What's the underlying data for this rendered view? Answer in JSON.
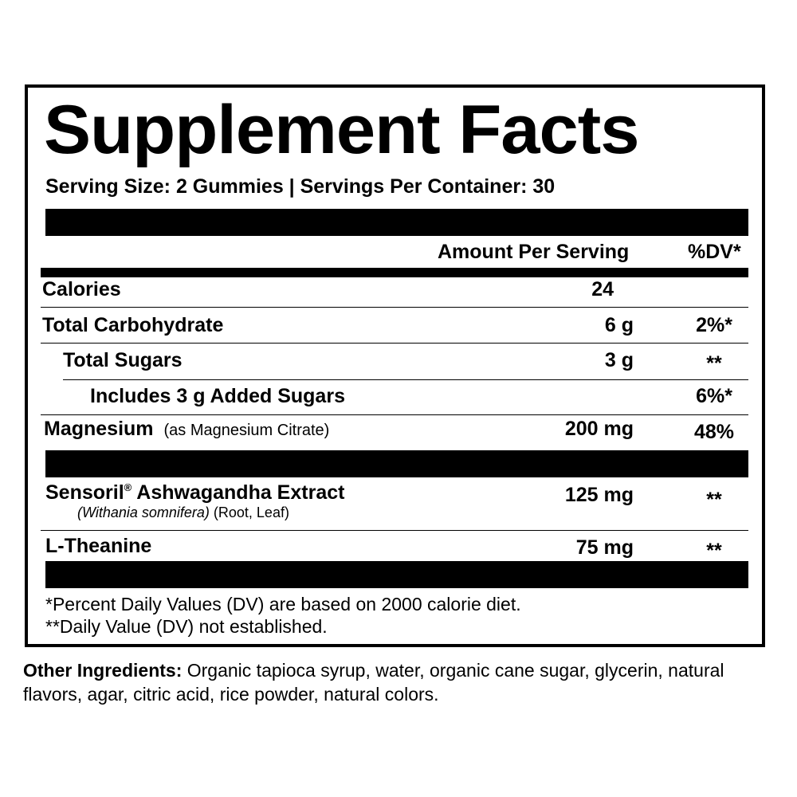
{
  "label": {
    "title": "Supplement Facts",
    "serving_line": "Serving Size: 2 Gummies | Servings Per Container: 30",
    "header_amount": "Amount Per Serving",
    "header_dv": "%DV*",
    "rows": [
      {
        "name": "Calories",
        "amount": "24",
        "dv": ""
      },
      {
        "name": "Total Carbohydrate",
        "amount": "6 g",
        "dv": "2%*"
      },
      {
        "name": "Total Sugars",
        "amount": "3 g",
        "dv": "**"
      },
      {
        "name": "Includes 3 g Added Sugars",
        "amount": "",
        "dv": "6%*"
      },
      {
        "name": "Magnesium",
        "note": "(as Magnesium Citrate)",
        "amount": "200 mg",
        "dv": "48%"
      },
      {
        "name": "Sensoril",
        "name_mark": "®",
        "name_rest": " Ashwagandha Extract",
        "sub_italic": "(Withania somnifera)",
        "sub_rest": " (Root, Leaf)",
        "amount": "125 mg",
        "dv": "**"
      },
      {
        "name": "L-Theanine",
        "amount": "75 mg",
        "dv": "**"
      }
    ],
    "footnote_1": "*Percent Daily Values (DV) are based on 2000 calorie diet.",
    "footnote_2": "**Daily Value (DV) not established."
  },
  "other_ingredients": {
    "label": "Other Ingredients:",
    "text": " Organic tapioca syrup, water, organic cane sugar, glycerin, natural flavors, agar, citric acid, rice powder, natural colors."
  }
}
